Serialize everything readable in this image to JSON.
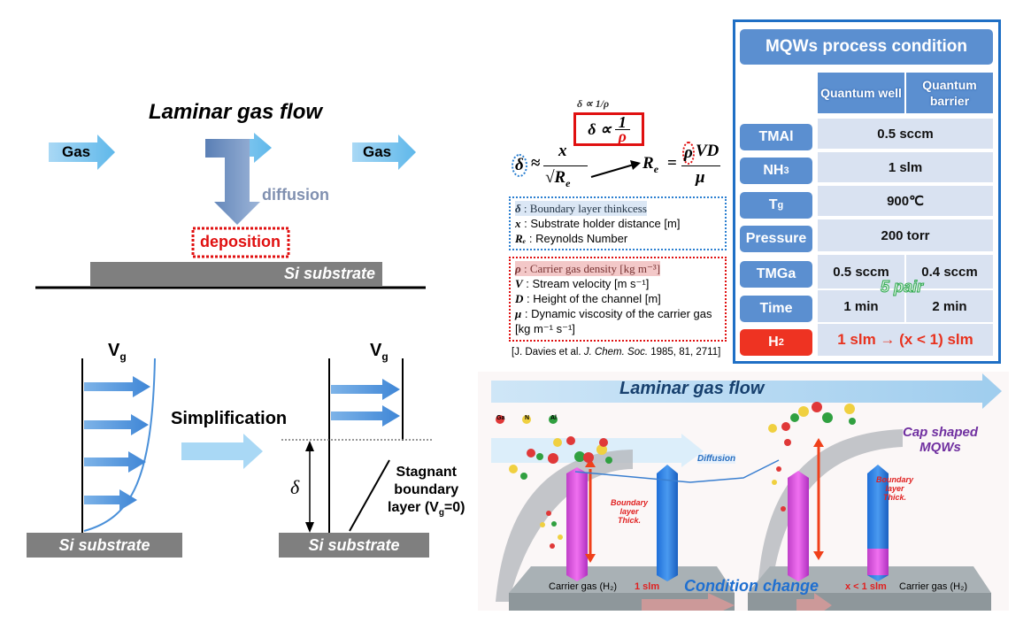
{
  "top_left": {
    "title": "Laminar gas flow",
    "gas_left": "Gas",
    "gas_right": "Gas",
    "diffusion": "diffusion",
    "deposition": "deposition",
    "substrate": "Si substrate"
  },
  "bottom_left": {
    "vg_left": "V",
    "vg_right": "V",
    "vg_sub": "g",
    "simplification": "Simplification",
    "delta": "δ",
    "stagnant_1": "Stagnant",
    "stagnant_2": "boundary",
    "stagnant_3": "layer (V",
    "stagnant_sub": "g",
    "stagnant_4": "=0)",
    "substrate_left": "Si substrate",
    "substrate_right": "Si substrate"
  },
  "formula": {
    "boxed": "δ ∝ 1/ρ",
    "boxed_delta": "δ ∝",
    "boxed_num": "1",
    "boxed_den": "ρ",
    "delta": "δ",
    "approx": "≈",
    "x": "x",
    "sqrt_re": "√R",
    "e": "e",
    "re": "R",
    "eq": "=",
    "rho": "ρ",
    "vd": "VD",
    "mu": "μ",
    "defs_blue": [
      {
        "sym": "δ",
        "text": " : Boundary layer thinkcess"
      },
      {
        "sym": "x",
        "text": " : Substrate holder distance [m]"
      },
      {
        "sym": "Rₑ",
        "text": " : Reynolds Number"
      }
    ],
    "defs_red": [
      {
        "sym": "ρ",
        "text": " : Carrier gas density [kg m⁻³]"
      },
      {
        "sym": "V",
        "text": " : Stream velocity [m s⁻¹]"
      },
      {
        "sym": "D",
        "text": " : Height of the channel [m]"
      },
      {
        "sym": "μ",
        "text": " : Dynamic viscosity of the carrier gas [kg m⁻¹ s⁻¹]"
      }
    ],
    "citation_pre": "[J. Davies et al. ",
    "citation_journal": "J. Chem. Soc.",
    "citation_post": " 1985, 81, 2711]"
  },
  "table": {
    "title": "MQWs process condition",
    "col_headers": [
      "Quantum well",
      "Quantum barrier"
    ],
    "rows": [
      {
        "label": "TMAl",
        "value": "0.5 sccm"
      },
      {
        "label": "NH",
        "label_sub": "3",
        "value": "1 slm"
      },
      {
        "label": "T",
        "label_sub": "g",
        "value": "900℃"
      },
      {
        "label": "Pressure",
        "value": "200 torr"
      },
      {
        "label": "TMGa",
        "well": "0.5 sccm",
        "barrier": "0.4 sccm"
      },
      {
        "label": "Time",
        "well": "1 min",
        "barrier": "2 min"
      },
      {
        "label": "H",
        "label_sub": "2",
        "value": "1 slm → (x < 1) slm"
      }
    ],
    "pair_note": "5 pair",
    "colors": {
      "header": "#5b8fd0",
      "cell": "#d9e2f1",
      "h2_label": "#ee3322",
      "h2_text": "#e8321e",
      "border": "#1f6fc5"
    }
  },
  "illustration": {
    "title": "Laminar gas flow",
    "legend": [
      "Ga",
      "N",
      "Al"
    ],
    "diffusion": "Diffusion",
    "boundary_left": [
      "Boundary",
      "layer",
      "Thick."
    ],
    "boundary_right": [
      "Boundary",
      "layer",
      "Thick."
    ],
    "cap": [
      "Cap shaped",
      "MQWs"
    ],
    "carrier_left": "Carrier gas (H₂)",
    "flow_left": "1 slm",
    "condition": "Condition change",
    "flow_right": "x < 1 slm",
    "carrier_right": "Carrier gas (H₂)"
  }
}
